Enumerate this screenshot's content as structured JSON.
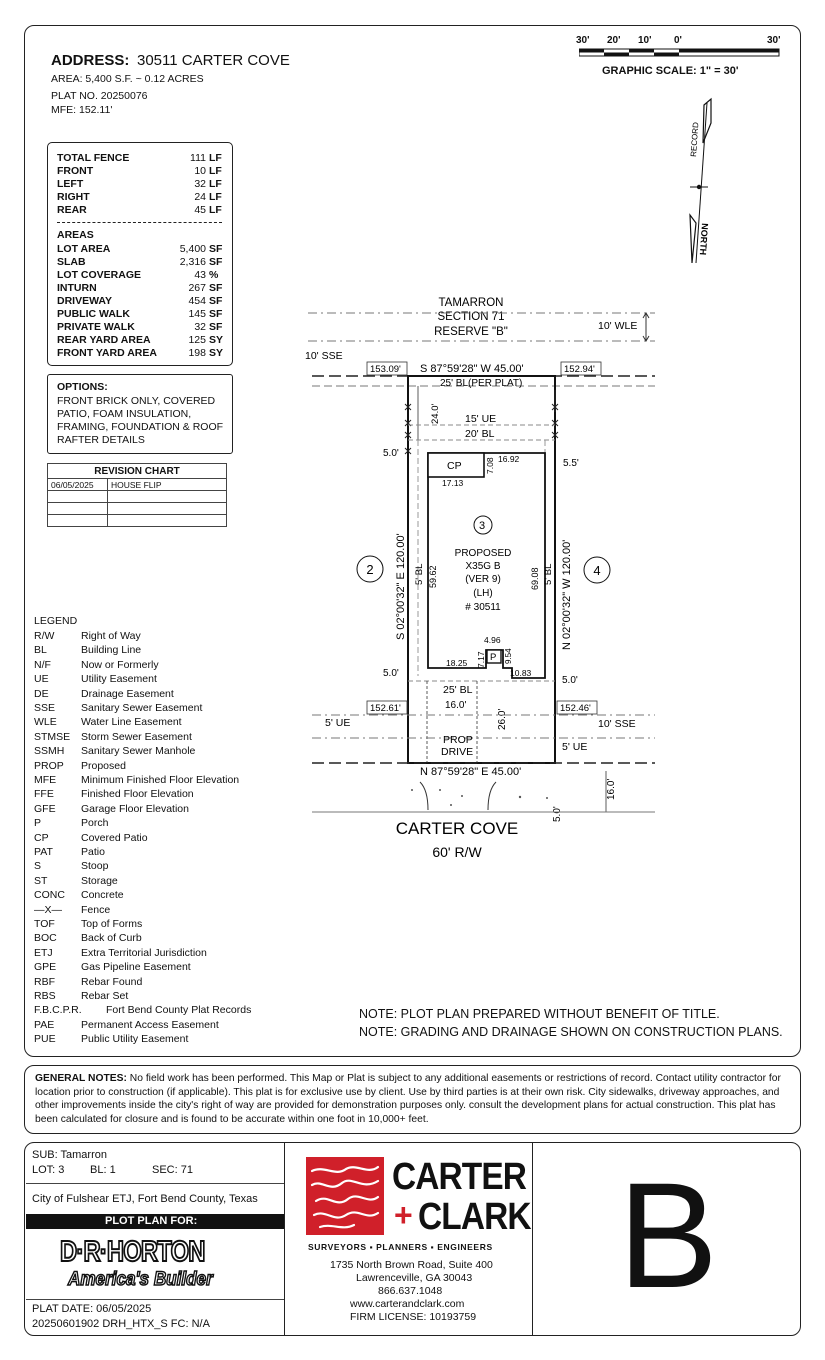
{
  "header": {
    "address_label": "ADDRESS:",
    "address_value": "30511 CARTER COVE",
    "area": "AREA: 5,400 S.F. ~ 0.12 ACRES",
    "plat_no": "PLAT NO. 20250076",
    "mfe": "MFE: 152.11'"
  },
  "scale": {
    "ticks": [
      "30'",
      "20'",
      "10'",
      "0'",
      "30'"
    ],
    "label": "GRAPHIC SCALE: 1\" = 30'"
  },
  "north": {
    "record": "RECORD",
    "north": "NORTH"
  },
  "fence": [
    {
      "label": "TOTAL FENCE",
      "value": "111",
      "unit": "LF"
    },
    {
      "label": "FRONT",
      "value": "10",
      "unit": "LF"
    },
    {
      "label": "LEFT",
      "value": "32",
      "unit": "LF"
    },
    {
      "label": "RIGHT",
      "value": "24",
      "unit": "LF"
    },
    {
      "label": "REAR",
      "value": "45",
      "unit": "LF"
    }
  ],
  "areas_title": "AREAS",
  "areas": [
    {
      "label": "LOT AREA",
      "value": "5,400",
      "unit": "SF"
    },
    {
      "label": "SLAB",
      "value": "2,316",
      "unit": "SF"
    },
    {
      "label": "LOT COVERAGE",
      "value": "43",
      "unit": "%"
    },
    {
      "label": "INTURN",
      "value": "267",
      "unit": "SF"
    },
    {
      "label": "DRIVEWAY",
      "value": "454",
      "unit": "SF"
    },
    {
      "label": "PUBLIC WALK",
      "value": "145",
      "unit": "SF"
    },
    {
      "label": "PRIVATE WALK",
      "value": "32",
      "unit": "SF"
    },
    {
      "label": "REAR YARD AREA",
      "value": "125",
      "unit": "SY"
    },
    {
      "label": "FRONT YARD AREA",
      "value": "198",
      "unit": "SY"
    }
  ],
  "options": {
    "title": "OPTIONS:",
    "lines": [
      "FRONT BRICK ONLY, COVERED",
      "PATIO, FOAM INSULATION,",
      "FRAMING, FOUNDATION & ROOF",
      "RAFTER DETAILS"
    ]
  },
  "revision": {
    "title": "REVISION CHART",
    "date": "06/05/2025",
    "desc": "HOUSE FLIP"
  },
  "legend": {
    "title": "LEGEND",
    "items": [
      {
        "abbr": "R/W",
        "desc": "Right of Way"
      },
      {
        "abbr": "BL",
        "desc": "Building Line"
      },
      {
        "abbr": "N/F",
        "desc": "Now or Formerly"
      },
      {
        "abbr": "UE",
        "desc": "Utility Easement"
      },
      {
        "abbr": "DE",
        "desc": "Drainage Easement"
      },
      {
        "abbr": "SSE",
        "desc": "Sanitary Sewer Easement"
      },
      {
        "abbr": "WLE",
        "desc": "Water Line Easement"
      },
      {
        "abbr": "STMSE",
        "desc": "Storm Sewer Easement"
      },
      {
        "abbr": "SSMH",
        "desc": "Sanitary Sewer Manhole"
      },
      {
        "abbr": "PROP",
        "desc": "Proposed"
      },
      {
        "abbr": "MFE",
        "desc": "Minimum Finished Floor Elevation"
      },
      {
        "abbr": "FFE",
        "desc": "Finished Floor Elevation"
      },
      {
        "abbr": "GFE",
        "desc": "Garage Floor Elevation"
      },
      {
        "abbr": "P",
        "desc": "Porch"
      },
      {
        "abbr": "CP",
        "desc": "Covered Patio"
      },
      {
        "abbr": "PAT",
        "desc": "Patio"
      },
      {
        "abbr": "S",
        "desc": "Stoop"
      },
      {
        "abbr": "ST",
        "desc": "Storage"
      },
      {
        "abbr": "CONC",
        "desc": "Concrete"
      },
      {
        "abbr": "—X—",
        "desc": "Fence"
      },
      {
        "abbr": "TOF",
        "desc": "Top of Forms"
      },
      {
        "abbr": "BOC",
        "desc": "Back of Curb"
      },
      {
        "abbr": "ETJ",
        "desc": "Extra Territorial Jurisdiction"
      },
      {
        "abbr": "GPE",
        "desc": "Gas Pipeline Easement"
      },
      {
        "abbr": "RBF",
        "desc": "Rebar Found"
      },
      {
        "abbr": "RBS",
        "desc": "Rebar Set"
      },
      {
        "abbr": "F.B.C.P.R.",
        "desc": "Fort Bend County Plat Records"
      },
      {
        "abbr": "PAE",
        "desc": "Permanent Access Easement"
      },
      {
        "abbr": "PUE",
        "desc": "Public Utility Easement"
      }
    ]
  },
  "plan": {
    "reserve": [
      "TAMARRON",
      "SECTION 71",
      "RESERVE \"B\""
    ],
    "wle": "10' WLE",
    "sse_top": "10' SSE",
    "elev_tl": "153.09'",
    "elev_tr": "152.94'",
    "elev_bl": "152.61'",
    "elev_br": "152.46'",
    "bearing_top": "S 87°59'28\" W  45.00'",
    "bearing_bottom": "N 87°59'28\" E  45.00'",
    "bearing_left": "S 02°00'32\" E  120.00'",
    "bearing_right": "N 02°00'32\" W  120.00'",
    "bl_rear": "25' BL(PER PLAT)",
    "ue_15": "15' UE",
    "bl_20": "20' BL",
    "dim_24": "24.0'",
    "dim_50_top": "5.0'",
    "dim_55": "5.5'",
    "cp": "CP",
    "dim_708": "7.08",
    "dim_1692": "16.92",
    "dim_1713": "17.13",
    "lot_number": "3",
    "house": [
      "PROPOSED",
      "X35G B",
      "(VER 9)",
      "(LH)",
      "# 30511"
    ],
    "bl5_left": "5' BL",
    "bl5_right": "5' BL",
    "dim_5962": "59.62",
    "dim_6908": "69.08",
    "lot_left": "2",
    "lot_right": "4",
    "dim_496": "4.96",
    "porch": "P",
    "dim_717": "7.17",
    "dim_954": "9.54",
    "dim_1825": "18.25",
    "dim_1083": "10.83",
    "dim_50_bl": "5.0'",
    "dim_50_br": "5.0'",
    "bl_25_front": "25' BL",
    "dim_160": "16.0'",
    "dim_260": "26.0'",
    "ue5_left": "5' UE",
    "sse10_right": "10' SSE",
    "ue5_right": "5' UE",
    "prop_drive": [
      "PROP",
      "DRIVE"
    ],
    "dim_160_r": "16.0'",
    "dim_50_bot": "5.0'",
    "street": "CARTER COVE",
    "row": "60' R/W"
  },
  "notes": [
    "NOTE: PLOT PLAN PREPARED WITHOUT BENEFIT OF TITLE.",
    "NOTE: GRADING AND DRAINAGE SHOWN ON CONSTRUCTION PLANS."
  ],
  "general_notes": {
    "label": "GENERAL NOTES:",
    "text": "No field work has been performed. This Map or Plat is subject to any additional easements or restrictions of record. Contact utility contractor for location prior to construction (if applicable). This plat is for exclusive use by client. Use by third parties is at their own risk. City sidewalks, driveway approaches, and other improvements inside the city's right of way are provided for demonstration purposes only. consult the development plans for actual construction. This plat has been calculated for closure and is found to be accurate within one foot in 10,000+ feet."
  },
  "footer": {
    "sub": "SUB: Tamarron",
    "lot": "LOT: 3",
    "bl": "BL: 1",
    "sec": "SEC: 71",
    "city": "City of Fulshear ETJ, Fort Bend County, Texas",
    "plot_plan_for": "PLOT PLAN FOR:",
    "builder_logo": "D·R·HORTON",
    "builder_tagline": "America's Builder",
    "plat_date": "PLAT DATE:  06/05/2025",
    "job": "20250601902  DRH_HTX_S  FC: N/A",
    "company_line1": "CARTER",
    "company_line2": "CLARK",
    "company_plus": "+",
    "services": "SURVEYORS ▪ PLANNERS ▪ ENGINEERS",
    "address1": "1735 North Brown Road, Suite 400",
    "address2": "Lawrenceville, GA 30043",
    "phone": "866.637.1048",
    "website": "www.carterandclark.com",
    "license": "FIRM LICENSE: 10193759",
    "sheet_letter": "B"
  },
  "colors": {
    "brand_red": "#d0202a",
    "ink": "#111111"
  }
}
